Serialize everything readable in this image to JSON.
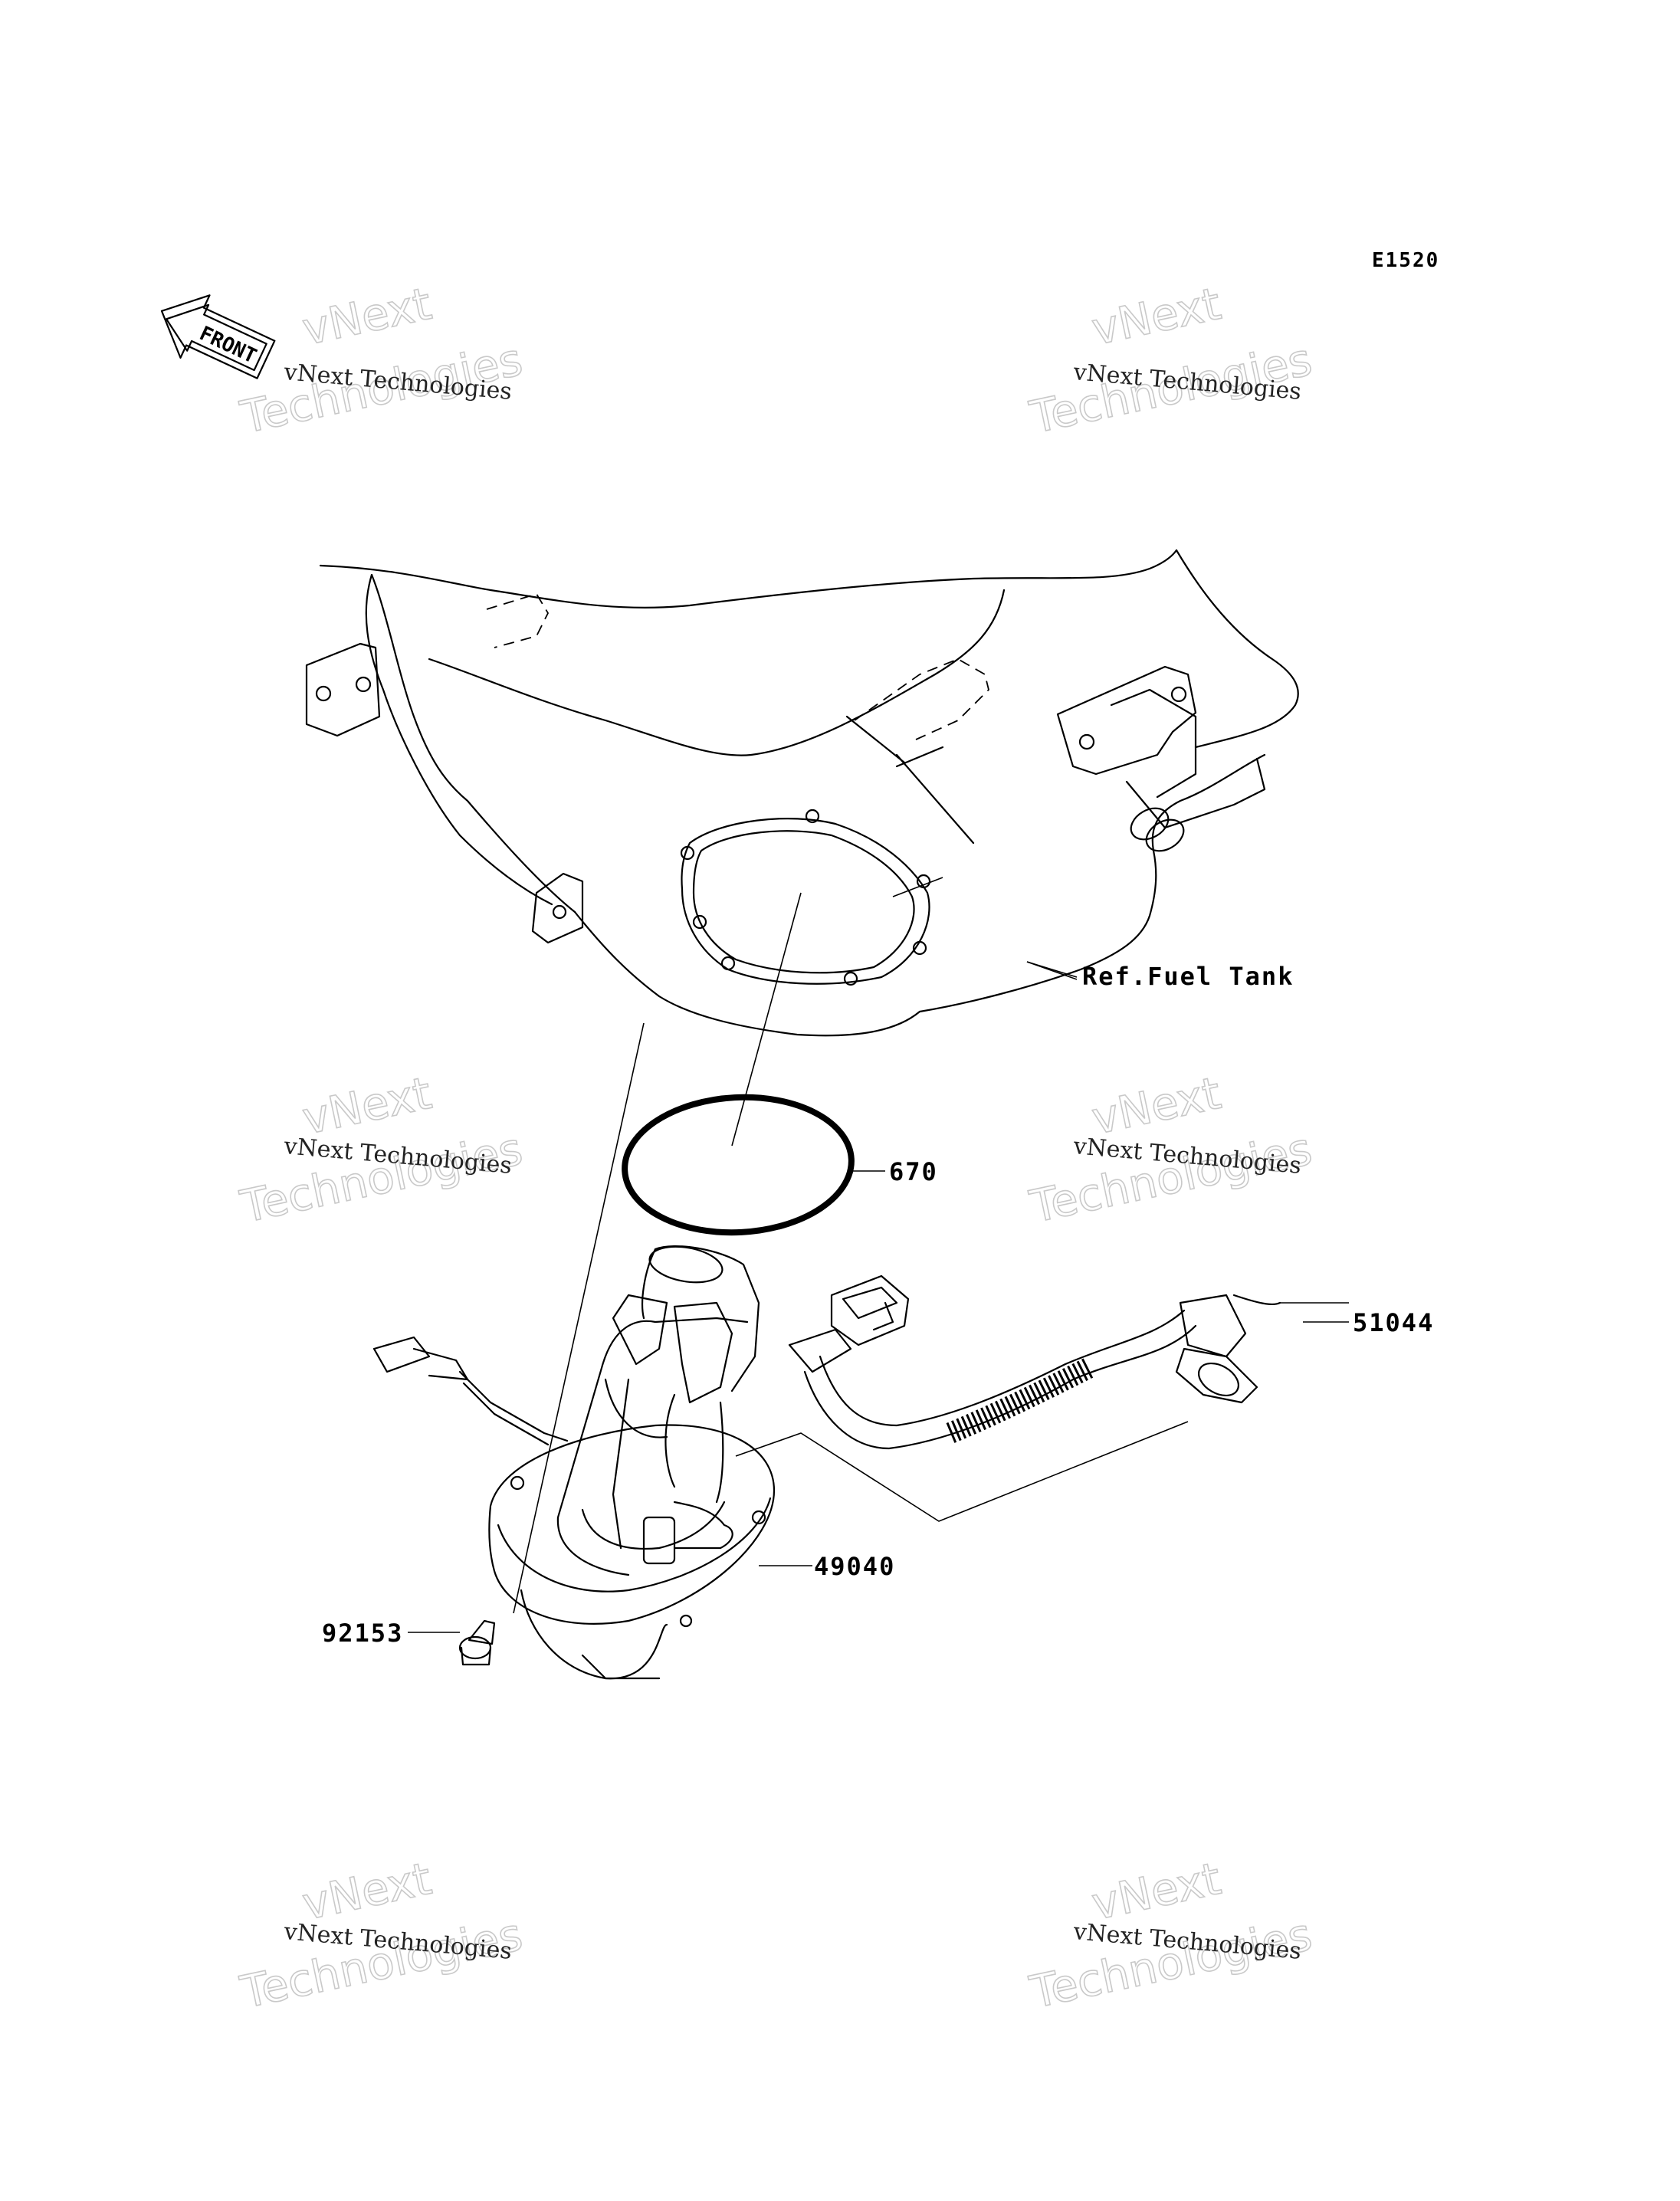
{
  "diagram": {
    "code": "E1520",
    "front_label": "FRONT",
    "watermark": {
      "small": "vNext Technologies",
      "big_line1": "vNext",
      "big_line2": "Technologies"
    },
    "callouts": {
      "fuel_tank": "Ref.Fuel Tank",
      "o_ring": "670",
      "hose": "51044",
      "pump": "49040",
      "bolt": "92153"
    }
  }
}
